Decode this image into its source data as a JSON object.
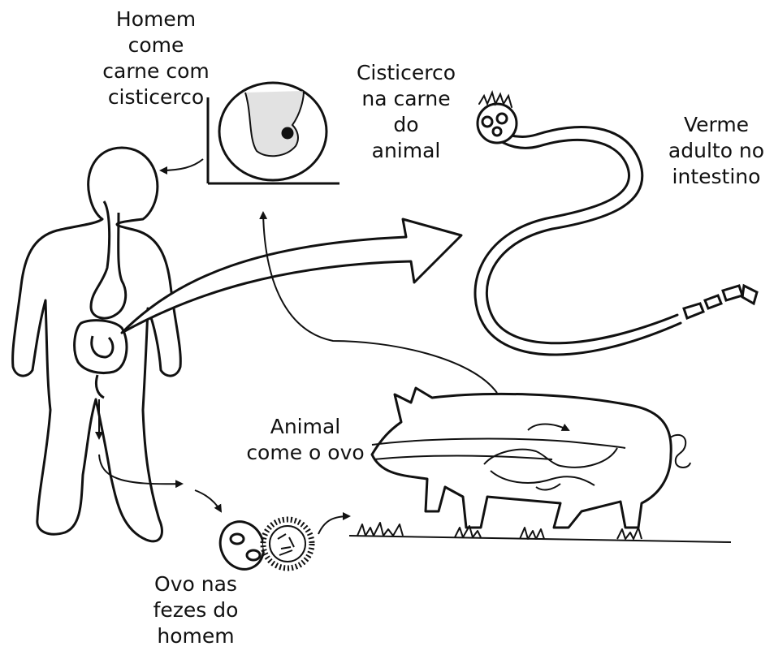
{
  "labels": {
    "homem": [
      "Homem",
      "come",
      "carne com",
      "cisticerco"
    ],
    "cisticerco": [
      "Cisticerco",
      "na carne",
      "do",
      "animal"
    ],
    "verme": [
      "Verme",
      "adulto no",
      "intestino"
    ],
    "animal": [
      "Animal",
      "come o ovo"
    ],
    "ovo": [
      "Ovo nas",
      "fezes do",
      "homem"
    ]
  },
  "colors": {
    "ink": "#111111",
    "background": "#ffffff"
  }
}
